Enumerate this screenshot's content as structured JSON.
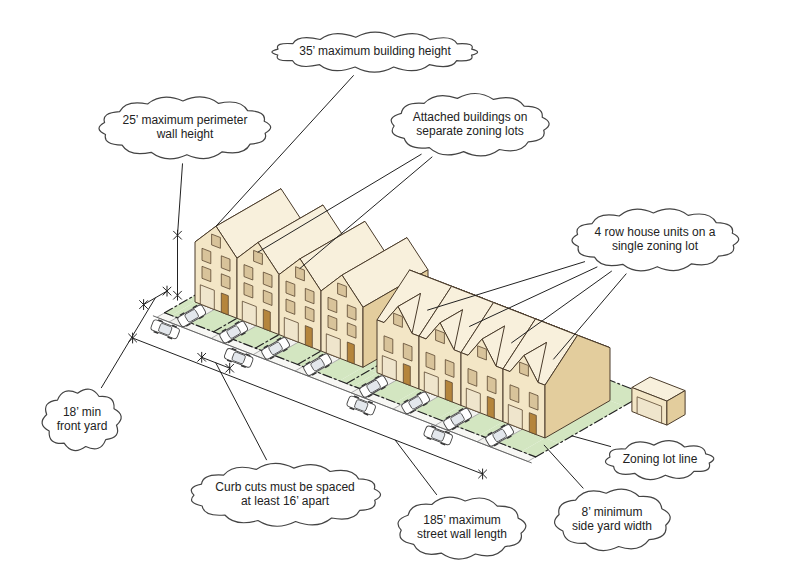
{
  "diagram": {
    "nodes": [
      {
        "text": [
          "35’ maximum building height"
        ]
      },
      {
        "text": [
          "25’ maximum perimeter wall height"
        ]
      },
      {
        "text": [
          "Attached buildings on separate zoning lots"
        ]
      },
      {
        "text": [
          "4 row house units on a single zoning lot"
        ]
      },
      {
        "text": [
          "18’ min front yard"
        ]
      },
      {
        "text": [
          "Zoning lot line"
        ]
      },
      {
        "text": [
          "Curb cuts must be spaced at least 16’ apart"
        ]
      },
      {
        "text": [
          "185’ maximum street wall length"
        ]
      },
      {
        "text": [
          "8’ minimum side yard width"
        ]
      }
    ]
  }
}
